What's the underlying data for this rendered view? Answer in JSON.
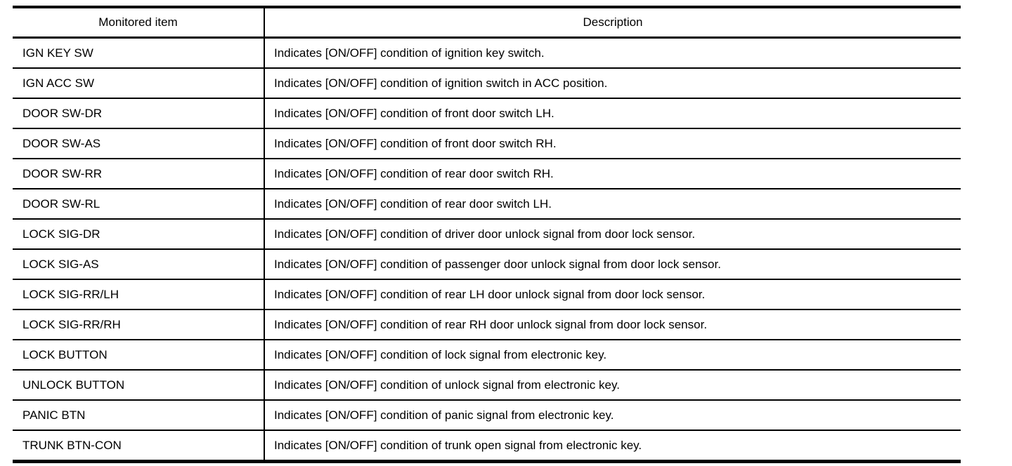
{
  "page": {
    "background_color": "#ffffff",
    "line_color": "#000000",
    "text_color": "#000000"
  },
  "table": {
    "columns": [
      {
        "label": "Monitored item"
      },
      {
        "label": "Description"
      }
    ],
    "rows": [
      {
        "item": "IGN KEY SW",
        "description": "Indicates [ON/OFF] condition of ignition key switch."
      },
      {
        "item": "IGN ACC SW",
        "description": "Indicates [ON/OFF] condition of ignition switch in ACC position."
      },
      {
        "item": "DOOR SW-DR",
        "description": "Indicates [ON/OFF] condition of front door switch LH."
      },
      {
        "item": "DOOR SW-AS",
        "description": "Indicates [ON/OFF] condition of front door switch RH."
      },
      {
        "item": "DOOR SW-RR",
        "description": "Indicates [ON/OFF] condition of rear door switch RH."
      },
      {
        "item": "DOOR SW-RL",
        "description": "Indicates [ON/OFF] condition of rear door switch LH."
      },
      {
        "item": "LOCK SIG-DR",
        "description": "Indicates [ON/OFF] condition of driver door unlock signal from door lock sensor."
      },
      {
        "item": "LOCK SIG-AS",
        "description": "Indicates [ON/OFF] condition of passenger door unlock signal from door lock sensor."
      },
      {
        "item": "LOCK SIG-RR/LH",
        "description": "Indicates [ON/OFF] condition of rear LH door unlock signal from door lock sensor."
      },
      {
        "item": "LOCK SIG-RR/RH",
        "description": "Indicates [ON/OFF] condition of rear RH door unlock signal from door lock sensor."
      },
      {
        "item": "LOCK BUTTON",
        "description": "Indicates [ON/OFF] condition of lock signal from electronic key."
      },
      {
        "item": "UNLOCK BUTTON",
        "description": "Indicates [ON/OFF] condition of unlock signal from electronic key."
      },
      {
        "item": "PANIC BTN",
        "description": "Indicates [ON/OFF] condition of panic signal from electronic key."
      },
      {
        "item": "TRUNK BTN-CON",
        "description": "Indicates [ON/OFF] condition of trunk open signal from electronic key."
      }
    ]
  }
}
